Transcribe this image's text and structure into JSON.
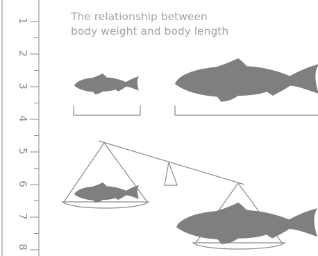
{
  "caption": {
    "line1": "The relationship between",
    "line2": "body weight and body length"
  },
  "ruler": {
    "labels": [
      "1",
      "2",
      "3",
      "4",
      "5",
      "6",
      "7",
      "8"
    ]
  },
  "colors": {
    "fish": "#7f7f7f",
    "lines": "#8a8a8a",
    "text": "#a4a4a4"
  }
}
